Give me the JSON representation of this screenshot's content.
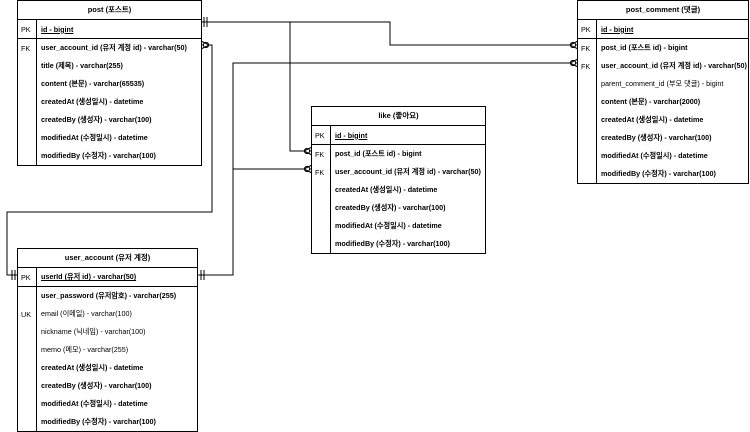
{
  "entities": {
    "post": {
      "title": "post (포스트)",
      "columns": [
        {
          "key": "PK",
          "text": "id - bigint"
        },
        {
          "key": "FK",
          "text": "user_account_id (유저 계정 id) - varchar(50)"
        },
        {
          "key": "",
          "text": "title (제목) - varchar(255)"
        },
        {
          "key": "",
          "text": "content (본문) - varchar(65535)"
        },
        {
          "key": "",
          "text": "createdAt (생성일시) - datetime"
        },
        {
          "key": "",
          "text": "createdBy (생성자) - varchar(100)"
        },
        {
          "key": "",
          "text": "modifiedAt (수정일시) - datetime"
        },
        {
          "key": "",
          "text": "modifiedBy (수정자) - varchar(100)"
        }
      ]
    },
    "post_comment": {
      "title": "post_comment (댓글)",
      "columns": [
        {
          "key": "PK",
          "text": "id - bigint"
        },
        {
          "key": "FK",
          "text": "post_id (포스트 id) - bigint"
        },
        {
          "key": "FK",
          "text": "user_account_id (유저 계정 id) - varchar(50)"
        },
        {
          "key": "",
          "text": "parent_comment_id (부모 댓글) - bigint"
        },
        {
          "key": "",
          "text": "content (본문) - varchar(2000)"
        },
        {
          "key": "",
          "text": "createdAt (생성일시) - datetime"
        },
        {
          "key": "",
          "text": "createdBy (생성자) - varchar(100)"
        },
        {
          "key": "",
          "text": "modifiedAt (수정일시) - datetime"
        },
        {
          "key": "",
          "text": "modifiedBy (수정자) - varchar(100)"
        }
      ]
    },
    "like": {
      "title": "like (좋아요)",
      "columns": [
        {
          "key": "PK",
          "text": "id - bigint"
        },
        {
          "key": "FK",
          "text": "post_id (포스트 id) - bigint"
        },
        {
          "key": "FK",
          "text": "user_account_id (유저 계정 id) - varchar(50)"
        },
        {
          "key": "",
          "text": "createdAt (생성일시) - datetime"
        },
        {
          "key": "",
          "text": "createdBy (생성자) - varchar(100)"
        },
        {
          "key": "",
          "text": "modifiedAt (수정일시) - datetime"
        },
        {
          "key": "",
          "text": "modifiedBy (수정자) - varchar(100)"
        }
      ]
    },
    "user_account": {
      "title": "user_account (유저 계정)",
      "columns": [
        {
          "key": "PK",
          "text": "userId (유저 id) - varchar(50)"
        },
        {
          "key": "",
          "text": "user_password (유저암호) - varchar(255)"
        },
        {
          "key": "UK",
          "text": "email (이메일) - varchar(100)"
        },
        {
          "key": "",
          "text": "nickname (닉네임) - varchar(100)"
        },
        {
          "key": "",
          "text": "memo (메모) - varchar(255)"
        },
        {
          "key": "",
          "text": "createdAt (생성일시) - datetime"
        },
        {
          "key": "",
          "text": "createdBy (생성자) - varchar(100)"
        },
        {
          "key": "",
          "text": "modifiedAt (수정일시) - datetime"
        },
        {
          "key": "",
          "text": "modifiedBy (수정자) - varchar(100)"
        }
      ]
    }
  }
}
